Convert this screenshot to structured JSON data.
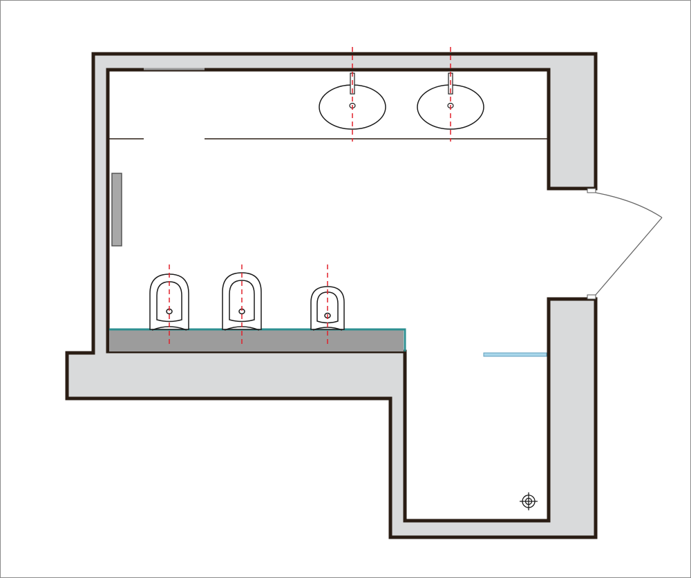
{
  "plan": {
    "fixtures": {
      "washbasins": [
        {
          "name": "washbasin-1"
        },
        {
          "name": "washbasin-2"
        }
      ],
      "wall_hung_units": [
        {
          "name": "toilet-1",
          "kind": "toilet"
        },
        {
          "name": "bidet",
          "kind": "bidet"
        },
        {
          "name": "toilet-2",
          "kind": "toilet"
        }
      ]
    },
    "colors": {
      "wall_fill": "#d9dadb",
      "wall_outline": "#2a1d14",
      "counter_fill": "#9c9c9c",
      "counter_edge": "#2c8f91",
      "glass_screen": "#a9d6ea",
      "centerline": "#e0202a",
      "door_arc": "#666666",
      "frame": "#8a8a8a"
    },
    "icons": {
      "floor_drain": "floor-drain-icon"
    }
  }
}
